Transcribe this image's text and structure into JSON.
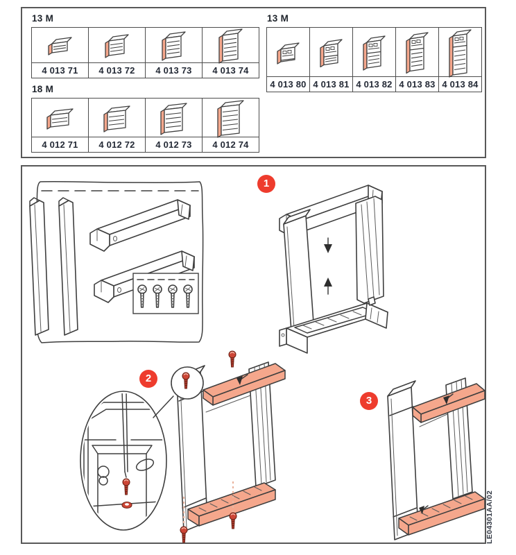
{
  "document": {
    "code": "LE04301AA/02"
  },
  "colors": {
    "accent_salmon": "#f5a78c",
    "badge_red": "#ee3c2d",
    "screw_red": "#cd4636",
    "line_art": "#3e3e3e"
  },
  "reference_tables": {
    "group_13m_left": {
      "label": "13 M",
      "items": [
        {
          "code": "4 013 71",
          "size": 1
        },
        {
          "code": "4 013 72",
          "size": 2
        },
        {
          "code": "4 013 73",
          "size": 3
        },
        {
          "code": "4 013 74",
          "size": 4
        }
      ]
    },
    "group_18m": {
      "label": "18 M",
      "items": [
        {
          "code": "4 012 71",
          "size": 1
        },
        {
          "code": "4 012 72",
          "size": 2
        },
        {
          "code": "4 012 73",
          "size": 3
        },
        {
          "code": "4 012 74",
          "size": 4
        }
      ]
    },
    "group_13m_right": {
      "label": "13 M",
      "items": [
        {
          "code": "4 013 80",
          "size": 0
        },
        {
          "code": "4 013 81",
          "size": 1
        },
        {
          "code": "4 013 82",
          "size": 2
        },
        {
          "code": "4 013 83",
          "size": 3
        },
        {
          "code": "4 013 84",
          "size": 4
        }
      ]
    }
  },
  "assembly": {
    "steps": [
      {
        "number": "1"
      },
      {
        "number": "2"
      },
      {
        "number": "3"
      }
    ]
  }
}
